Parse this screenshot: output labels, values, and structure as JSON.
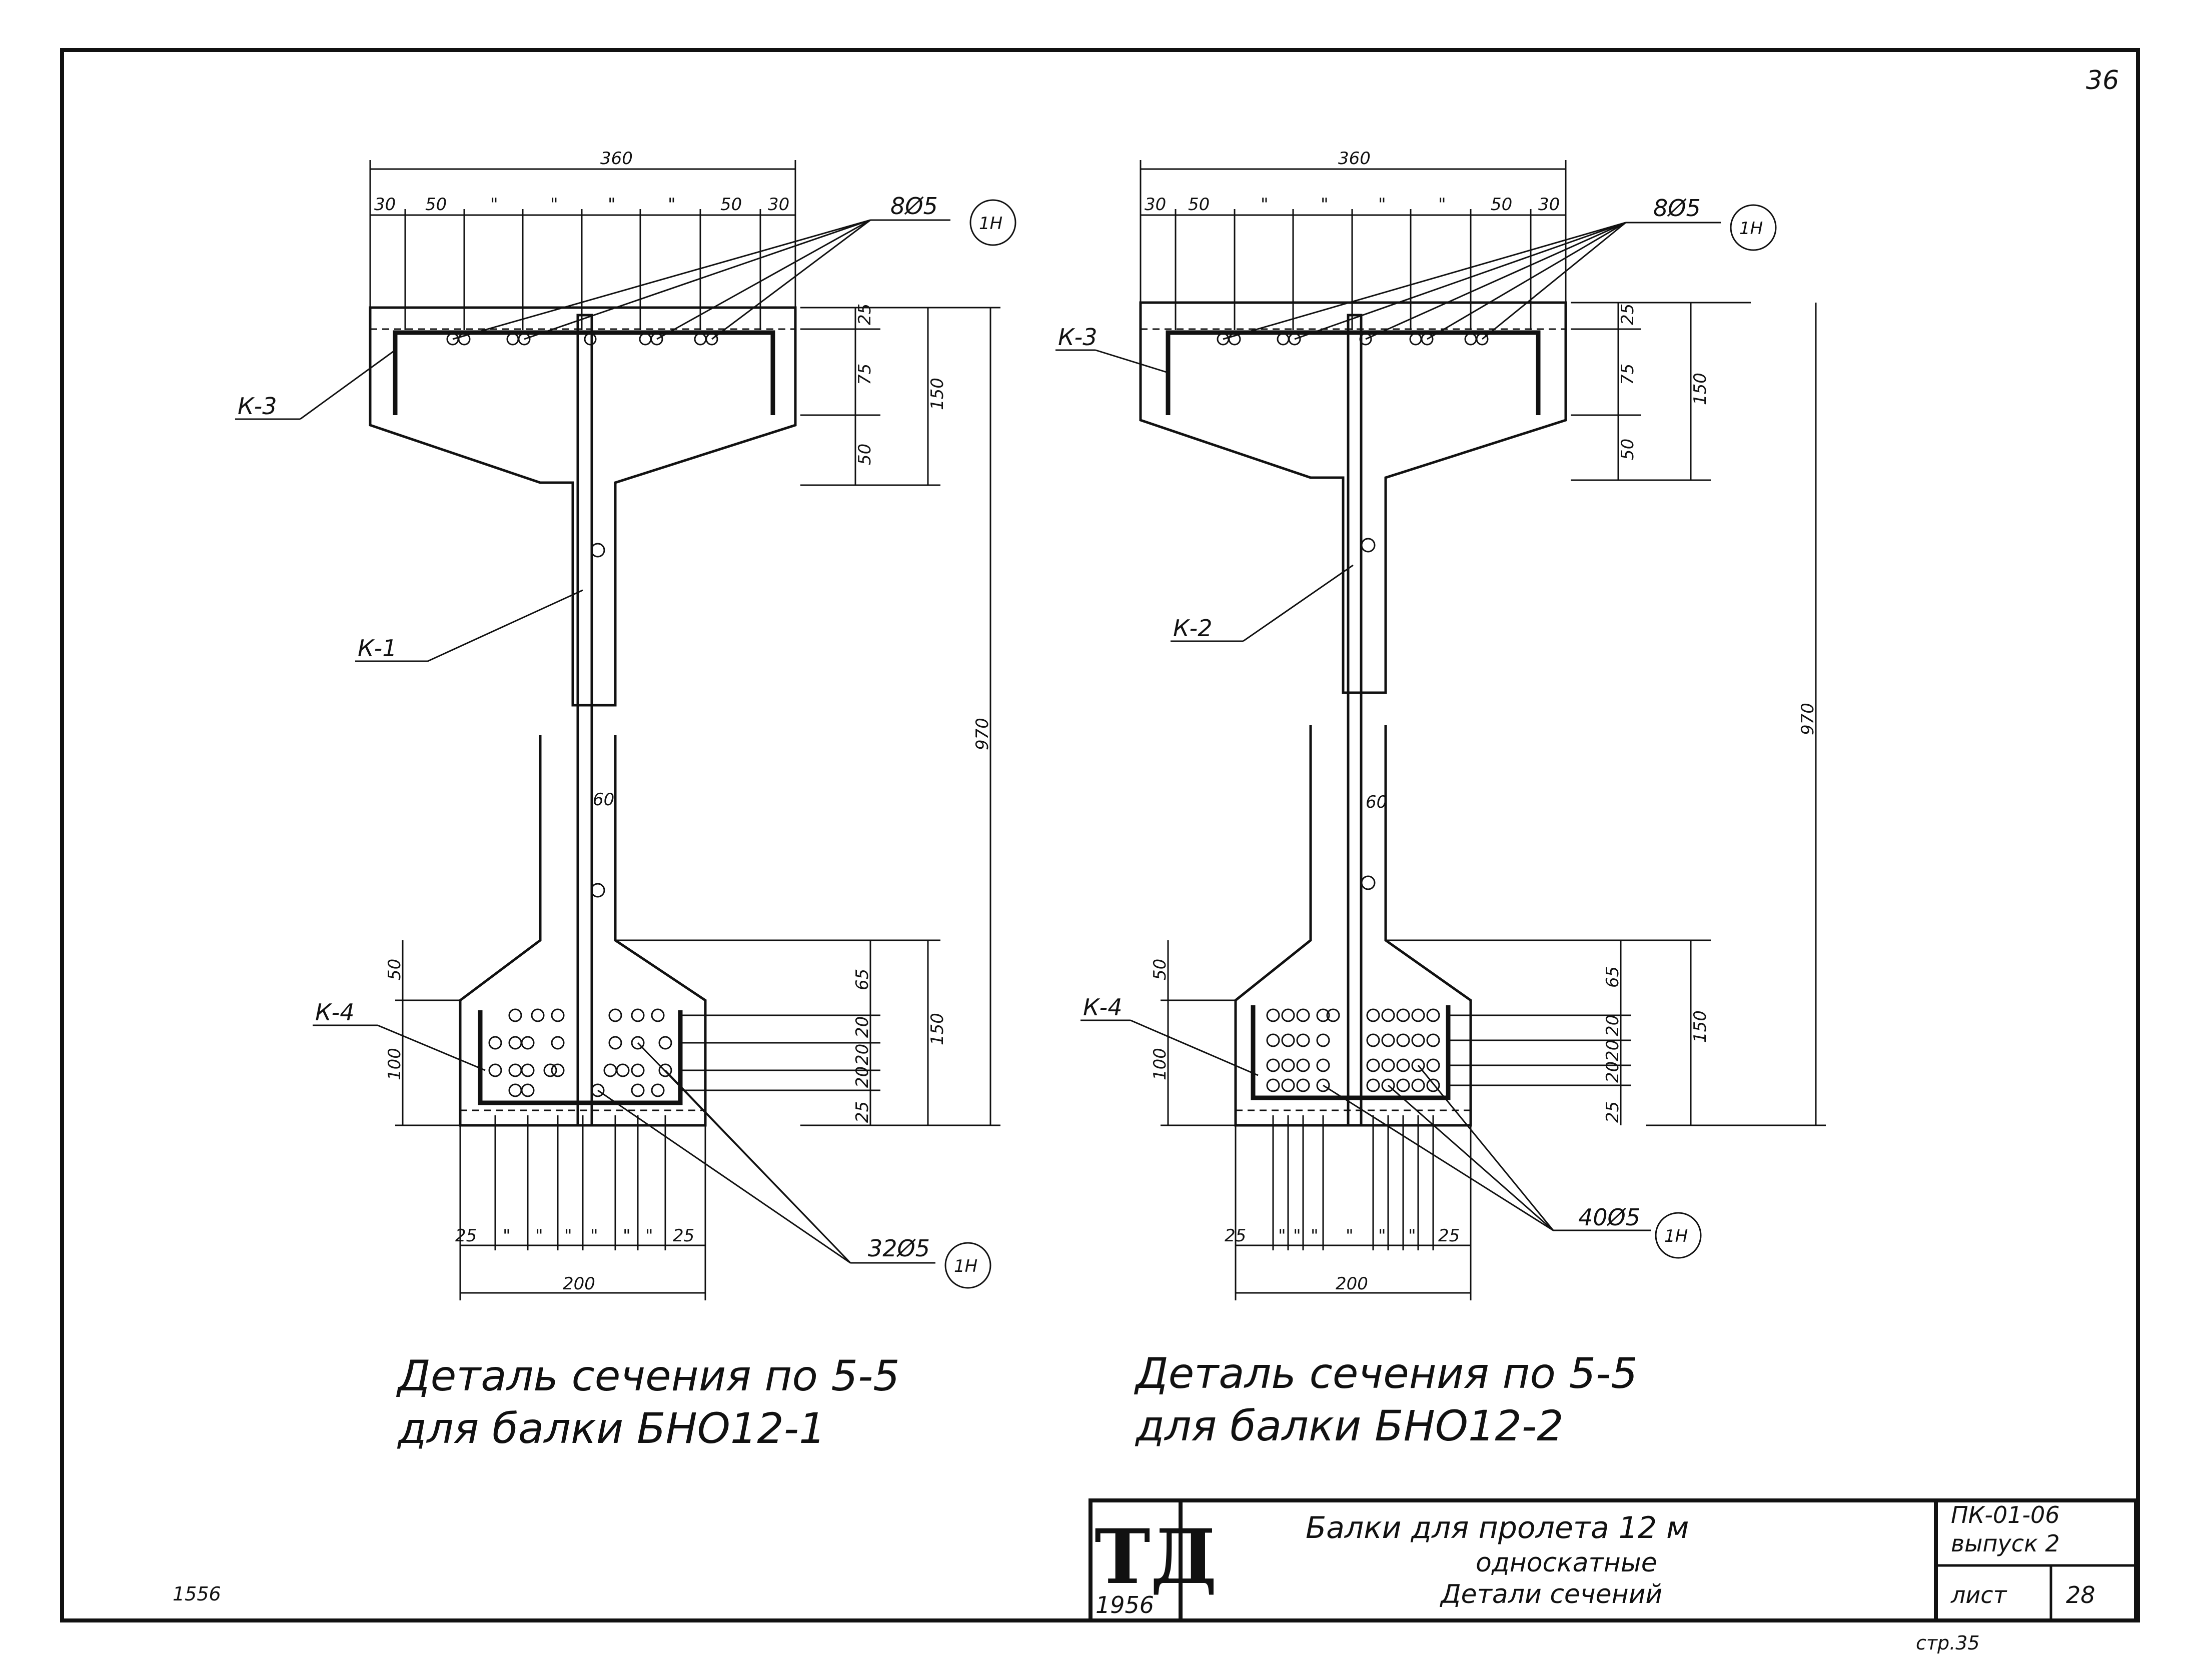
{
  "sheet": {
    "corner_number": "36",
    "margin_note": "1556",
    "page_note": "стр.35"
  },
  "sections": [
    {
      "dim_top_width": "360",
      "dim_top_chain": [
        "30",
        "50",
        "\"",
        "\"",
        "\"",
        "\"",
        "50",
        "30"
      ],
      "callout_top": "8Ø5",
      "callout_top_mark": "1Н",
      "label_top_cage": "К-3",
      "label_web": "К-1",
      "label_bottom_cage": "К-4",
      "flange_dims": [
        "25",
        "75",
        "50"
      ],
      "flange_total": "150",
      "total_height": "970",
      "web_width": "60",
      "bottom_left_dims": [
        "50",
        "100"
      ],
      "bottom_right_dims": [
        "65",
        "20",
        "20",
        "20",
        "25"
      ],
      "bottom_total": "150",
      "dim_bottom_chain": [
        "25",
        "\"",
        "\"",
        "\"",
        "\"",
        "\"",
        "\"",
        "25"
      ],
      "dim_bottom_width": "200",
      "callout_bottom": "32Ø5",
      "callout_bottom_mark": "1Н",
      "caption_line1": "Деталь сечения по 5-5",
      "caption_line2": "для балки БНО12-1"
    },
    {
      "dim_top_width": "360",
      "dim_top_chain": [
        "30",
        "50",
        "\"",
        "\"",
        "\"",
        "\"",
        "50",
        "30"
      ],
      "callout_top": "8Ø5",
      "callout_top_mark": "1Н",
      "label_top_cage": "К-3",
      "label_web": "К-2",
      "label_bottom_cage": "К-4",
      "flange_dims": [
        "25",
        "75",
        "50"
      ],
      "flange_total": "150",
      "total_height": "970",
      "web_width": "60",
      "bottom_left_dims": [
        "50",
        "100"
      ],
      "bottom_right_dims": [
        "65",
        "20",
        "20",
        "20",
        "25"
      ],
      "bottom_total": "150",
      "dim_bottom_chain": [
        "25",
        "\"",
        "\"",
        "\"",
        "\"",
        "\"",
        "\"",
        "25"
      ],
      "dim_bottom_width": "200",
      "callout_bottom": "40Ø5",
      "callout_bottom_mark": "1Н",
      "caption_line1": "Деталь сечения по 5-5",
      "caption_line2": "для балки БНО12-2"
    }
  ],
  "title_block": {
    "stamp": "ТД",
    "year": "1956",
    "title_line1": "Балки для пролета 12 м",
    "title_line2": "односкатные",
    "title_line3": "Детали сечений",
    "code": "ПК-01-06",
    "issue": "выпуск 2",
    "sheet_label": "лист",
    "sheet_number": "28"
  }
}
